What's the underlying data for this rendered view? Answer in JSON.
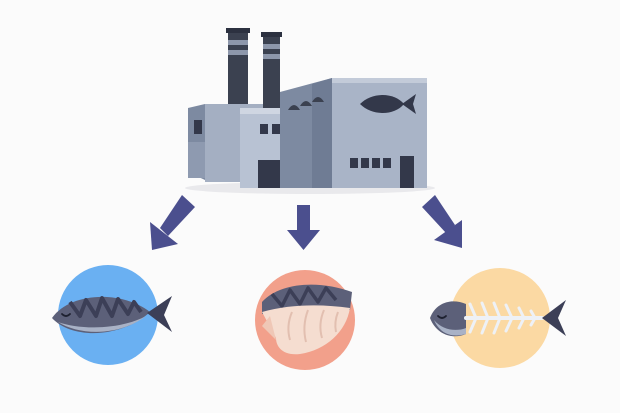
{
  "colors": {
    "background": "#fbfbfb",
    "building_front": "#9aa6bb",
    "building_side": "#7d8aa1",
    "building_light": "#b8c2d3",
    "chimney": "#3b4150",
    "window": "#33384a",
    "arrow": "#4b4f8e",
    "circle_whole": "#6ab0f2",
    "circle_fillet": "#f2a08b",
    "circle_bones": "#fbd9a3",
    "fish_body": "#5c6079",
    "fish_stripe": "#3c3f57",
    "fish_belly": "#a9b2c6",
    "fillet_light": "#f5ddd0",
    "fillet_line": "#e2bfb0"
  },
  "icons": [
    "factory-icon",
    "fish-logo-icon",
    "arrow-down-left-icon",
    "arrow-down-icon",
    "arrow-down-right-icon",
    "whole-fish-icon",
    "fish-fillet-icon",
    "fish-skeleton-icon"
  ],
  "diagram": {
    "source": "fish-processing-factory",
    "outputs": [
      "whole-fish",
      "fish-fillet",
      "fish-skeleton"
    ]
  }
}
